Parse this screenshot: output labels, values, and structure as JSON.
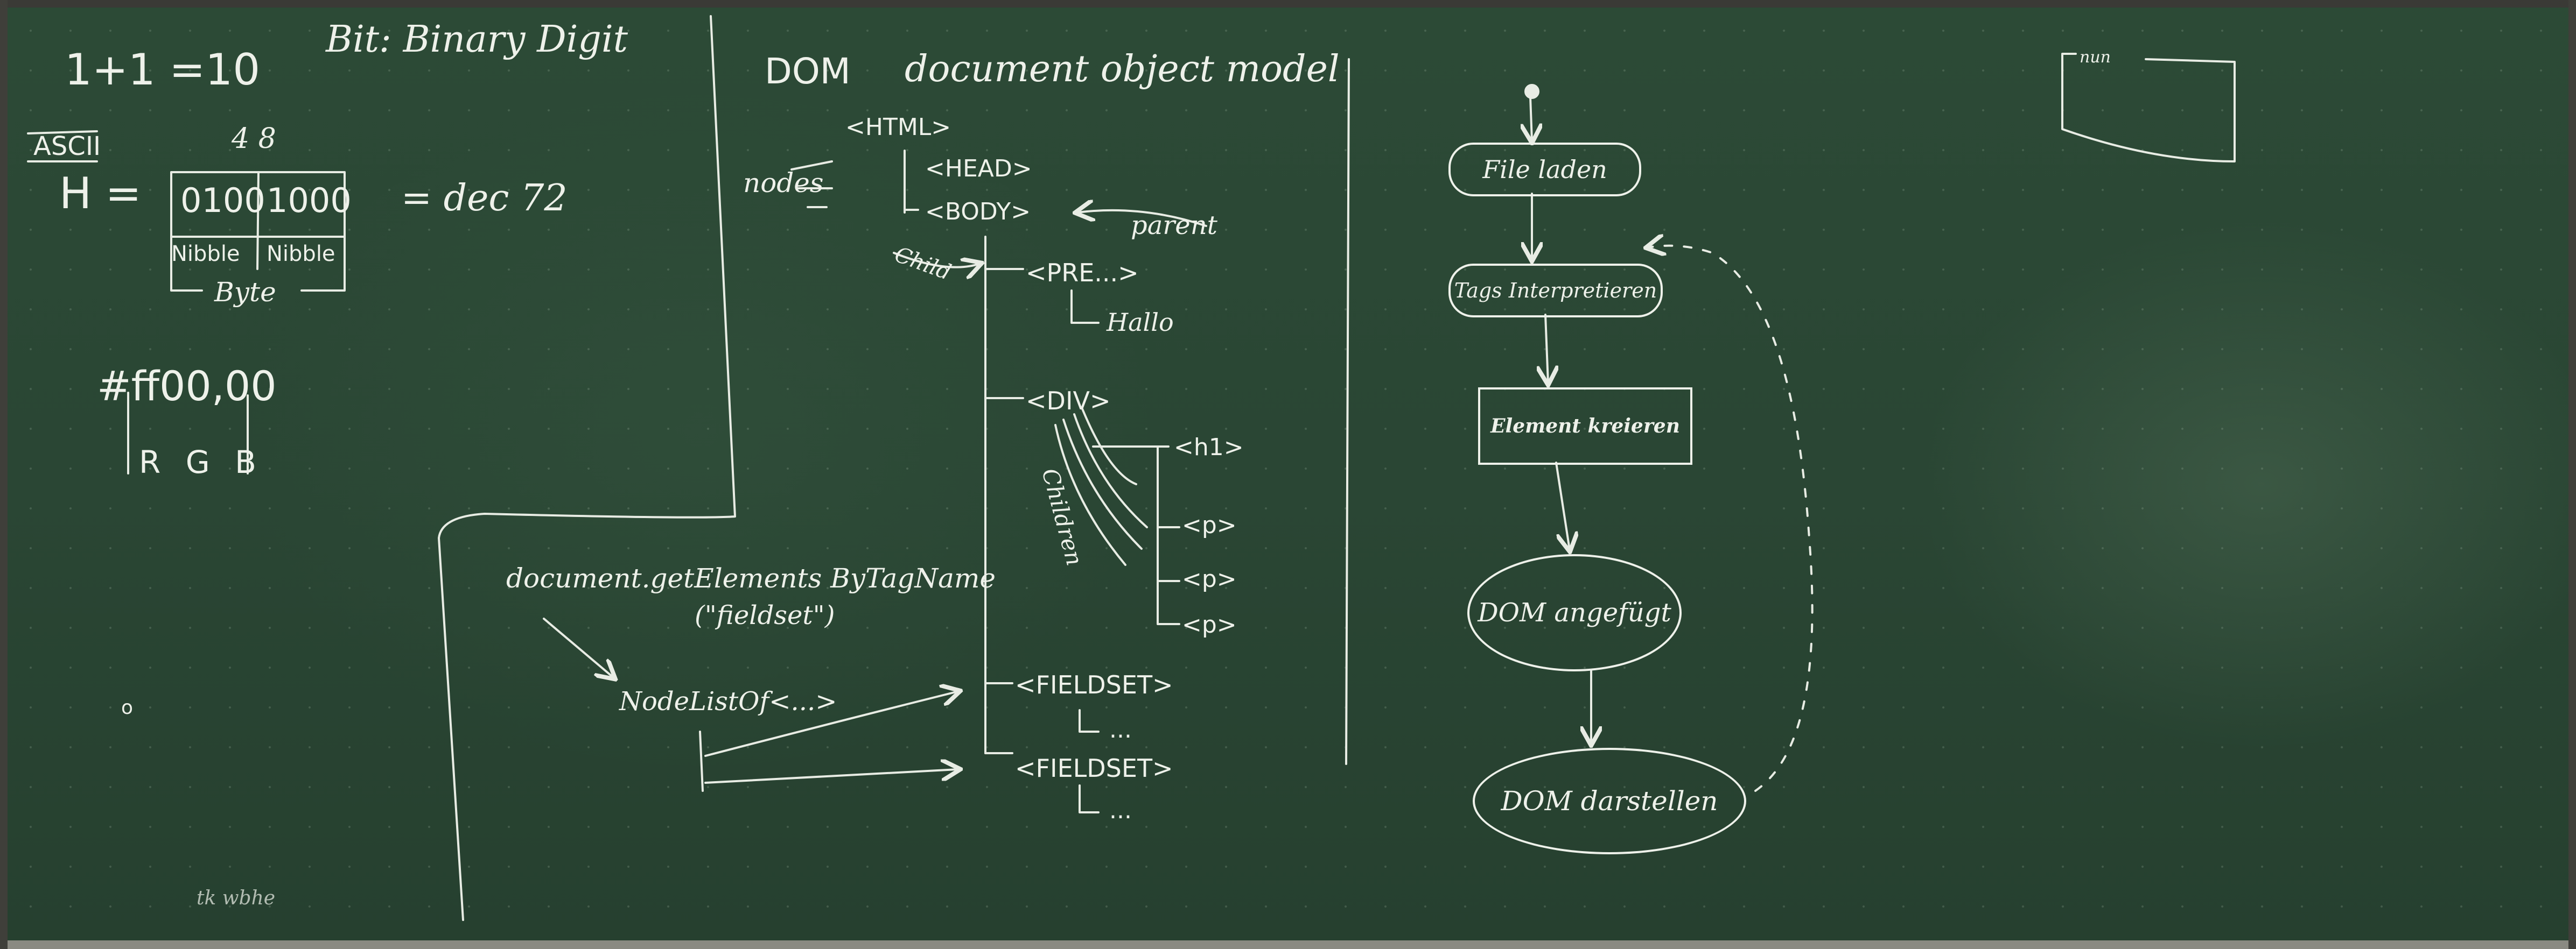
{
  "binary": {
    "equation": "1+1 =10",
    "bit_title": "Bit: Binary Digit",
    "ascii_label": "ASCII",
    "bit_marks": "4  8",
    "h_eq": "H =",
    "byte_high": "0100",
    "byte_low": "1000",
    "dec_value": "= dec 72",
    "nibble_left": "Nibble",
    "nibble_right": "Nibble",
    "byte_label": "Byte",
    "hex_color": "#ff00,00",
    "rgb": "R G B",
    "small_mark": "o",
    "bottom_scribble": "tk wbhe"
  },
  "dom": {
    "title": "DOM",
    "subtitle": "document object model",
    "nodes_label": "nodes",
    "parent_label": "parent",
    "child_label": "Child",
    "children_label": "Children",
    "tags": {
      "html": "<HTML>",
      "head": "<HEAD>",
      "body": "<BODY>",
      "pre": "<PRE...>",
      "hallo": "Hallo",
      "div": "<DIV>",
      "h1": "<h1>",
      "p1": "<p>",
      "p2": "<p>",
      "p3": "<p>",
      "fieldset1": "<FIELDSET>",
      "fieldset1_child": "...",
      "fieldset2": "<FIELDSET>",
      "fieldset2_child": "..."
    },
    "code_call": "document.getElements ByTagName",
    "code_arg": "(\"fieldset\")",
    "nodelist": "NodeListOf<...>"
  },
  "flow": {
    "steps": [
      "File laden",
      "Tags Interpretieren",
      "Element kreieren",
      "DOM angefügt",
      "DOM darstellen"
    ],
    "frame_label": "nun"
  }
}
